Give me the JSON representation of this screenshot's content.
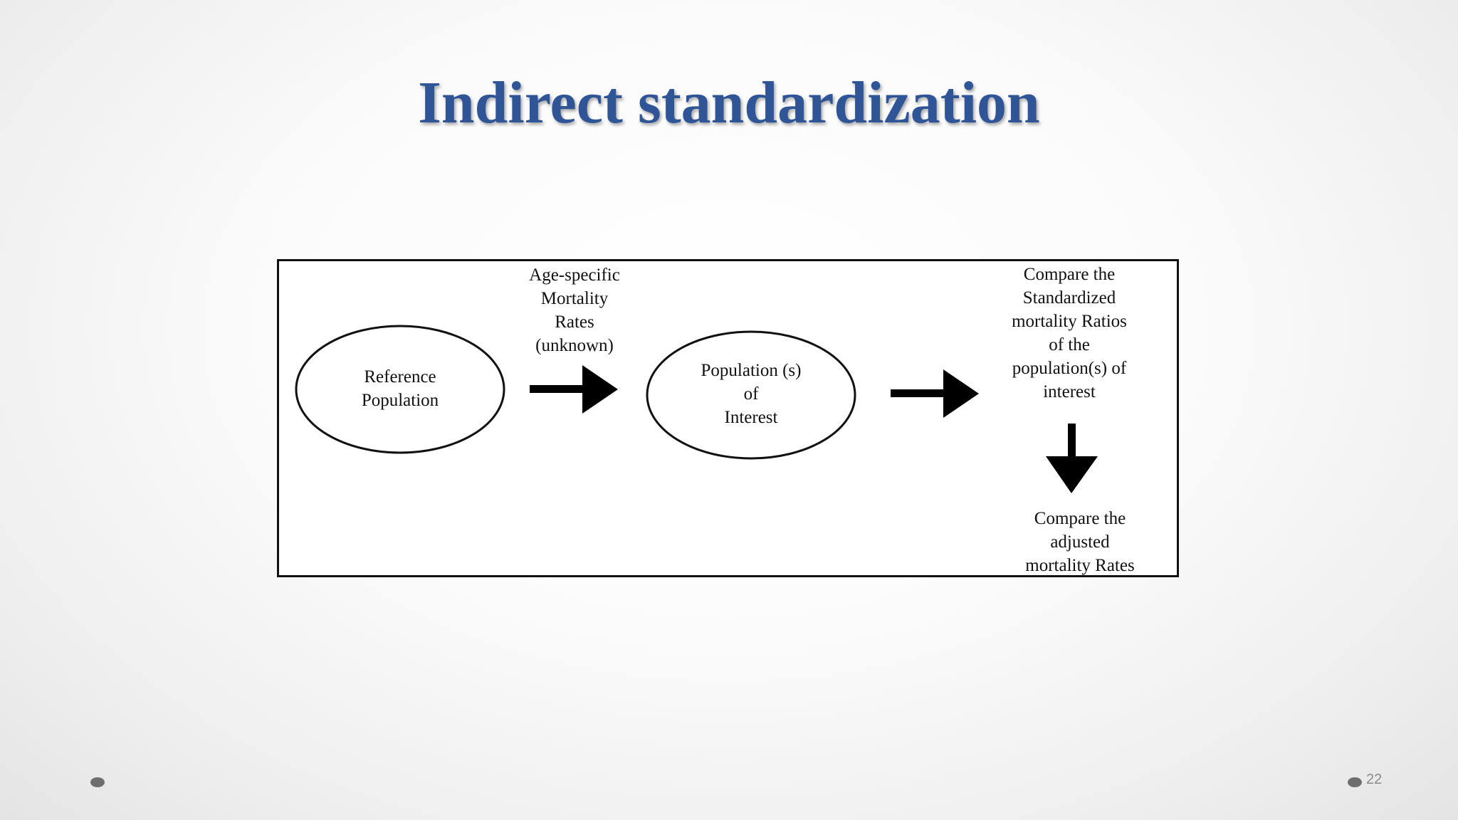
{
  "slide": {
    "title": "Indirect standardization",
    "page_number": "22"
  },
  "diagram": {
    "nodes": {
      "reference_population": "Reference\nPopulation",
      "population_of_interest": "Population (s)\nof\nInterest"
    },
    "labels": {
      "rates": "Age-specific\nMortality\nRates\n(unknown)",
      "compare_smr": "Compare the\nStandardized\nmortality Ratios\nof the\npopulation(s) of\ninterest",
      "compare_adjusted": "Compare the\nadjusted\nmortality Rates"
    }
  }
}
